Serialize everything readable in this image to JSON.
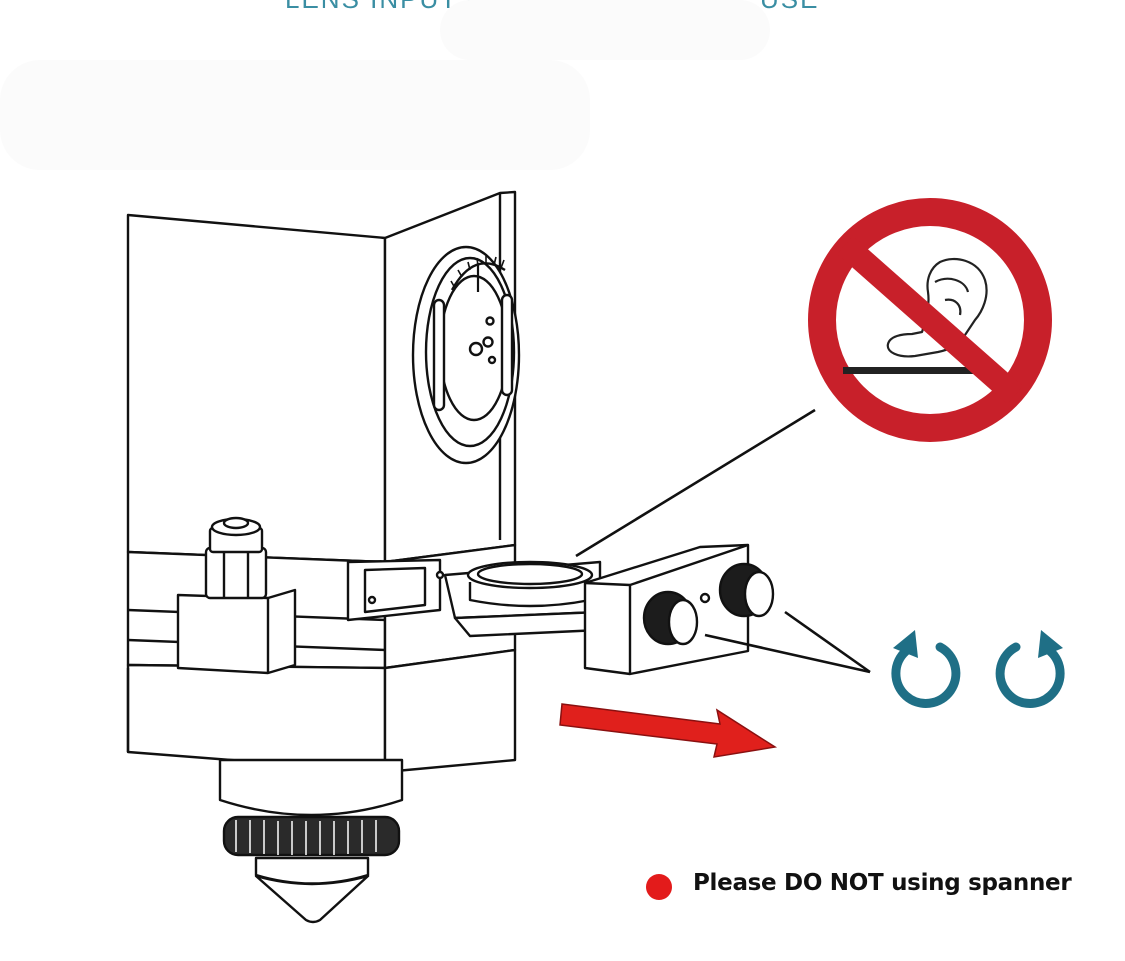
{
  "header": {
    "left_fragment": "LENS INPUTS",
    "right_fragment": "USE"
  },
  "warning_note": {
    "text": "Please DO NOT using spanner",
    "bullet_color": "#e31b1b"
  },
  "colors": {
    "prohibition_sign": "#c8202a",
    "rotate_arrows": "#1f6f86",
    "pull_arrow": "#e0201c",
    "line_art": "#111111"
  },
  "icons": {
    "prohibition": "no-touching-with-hand-icon",
    "rotate_left": "rotate-counterclockwise-icon",
    "rotate_right": "rotate-clockwise-icon",
    "pull_direction": "arrow-right-icon"
  }
}
